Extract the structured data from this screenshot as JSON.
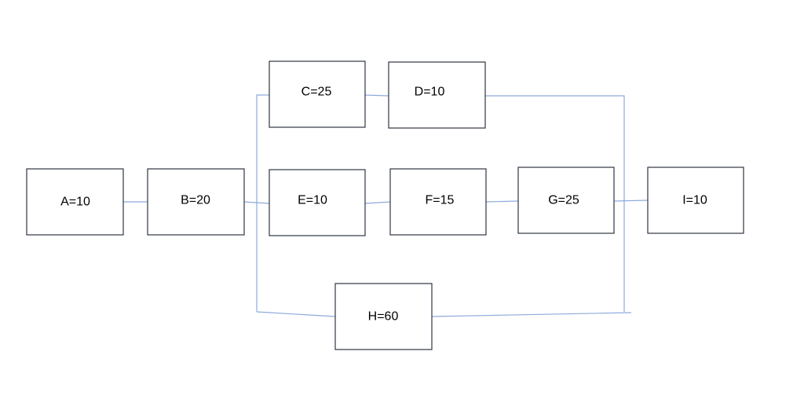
{
  "diagram": {
    "line_color": "#8eaadb",
    "box_border_color": "#2f3542",
    "nodes": {
      "a": {
        "label": "A=10"
      },
      "b": {
        "label": "B=20"
      },
      "c": {
        "label": "C=25"
      },
      "d": {
        "label": "D=10"
      },
      "e": {
        "label": "E=10"
      },
      "f": {
        "label": "F=15"
      },
      "g": {
        "label": "G=25"
      },
      "h": {
        "label": "H=60"
      },
      "i": {
        "label": "I=10"
      }
    },
    "edges": [
      {
        "from": "A",
        "to": "B"
      },
      {
        "from": "B",
        "to": "E"
      },
      {
        "from": "B",
        "to": "C"
      },
      {
        "from": "B",
        "to": "H"
      },
      {
        "from": "C",
        "to": "D"
      },
      {
        "from": "E",
        "to": "F"
      },
      {
        "from": "F",
        "to": "G"
      },
      {
        "from": "G",
        "to": "I"
      },
      {
        "from": "D",
        "to": "I"
      },
      {
        "from": "H",
        "to": "I"
      }
    ]
  }
}
